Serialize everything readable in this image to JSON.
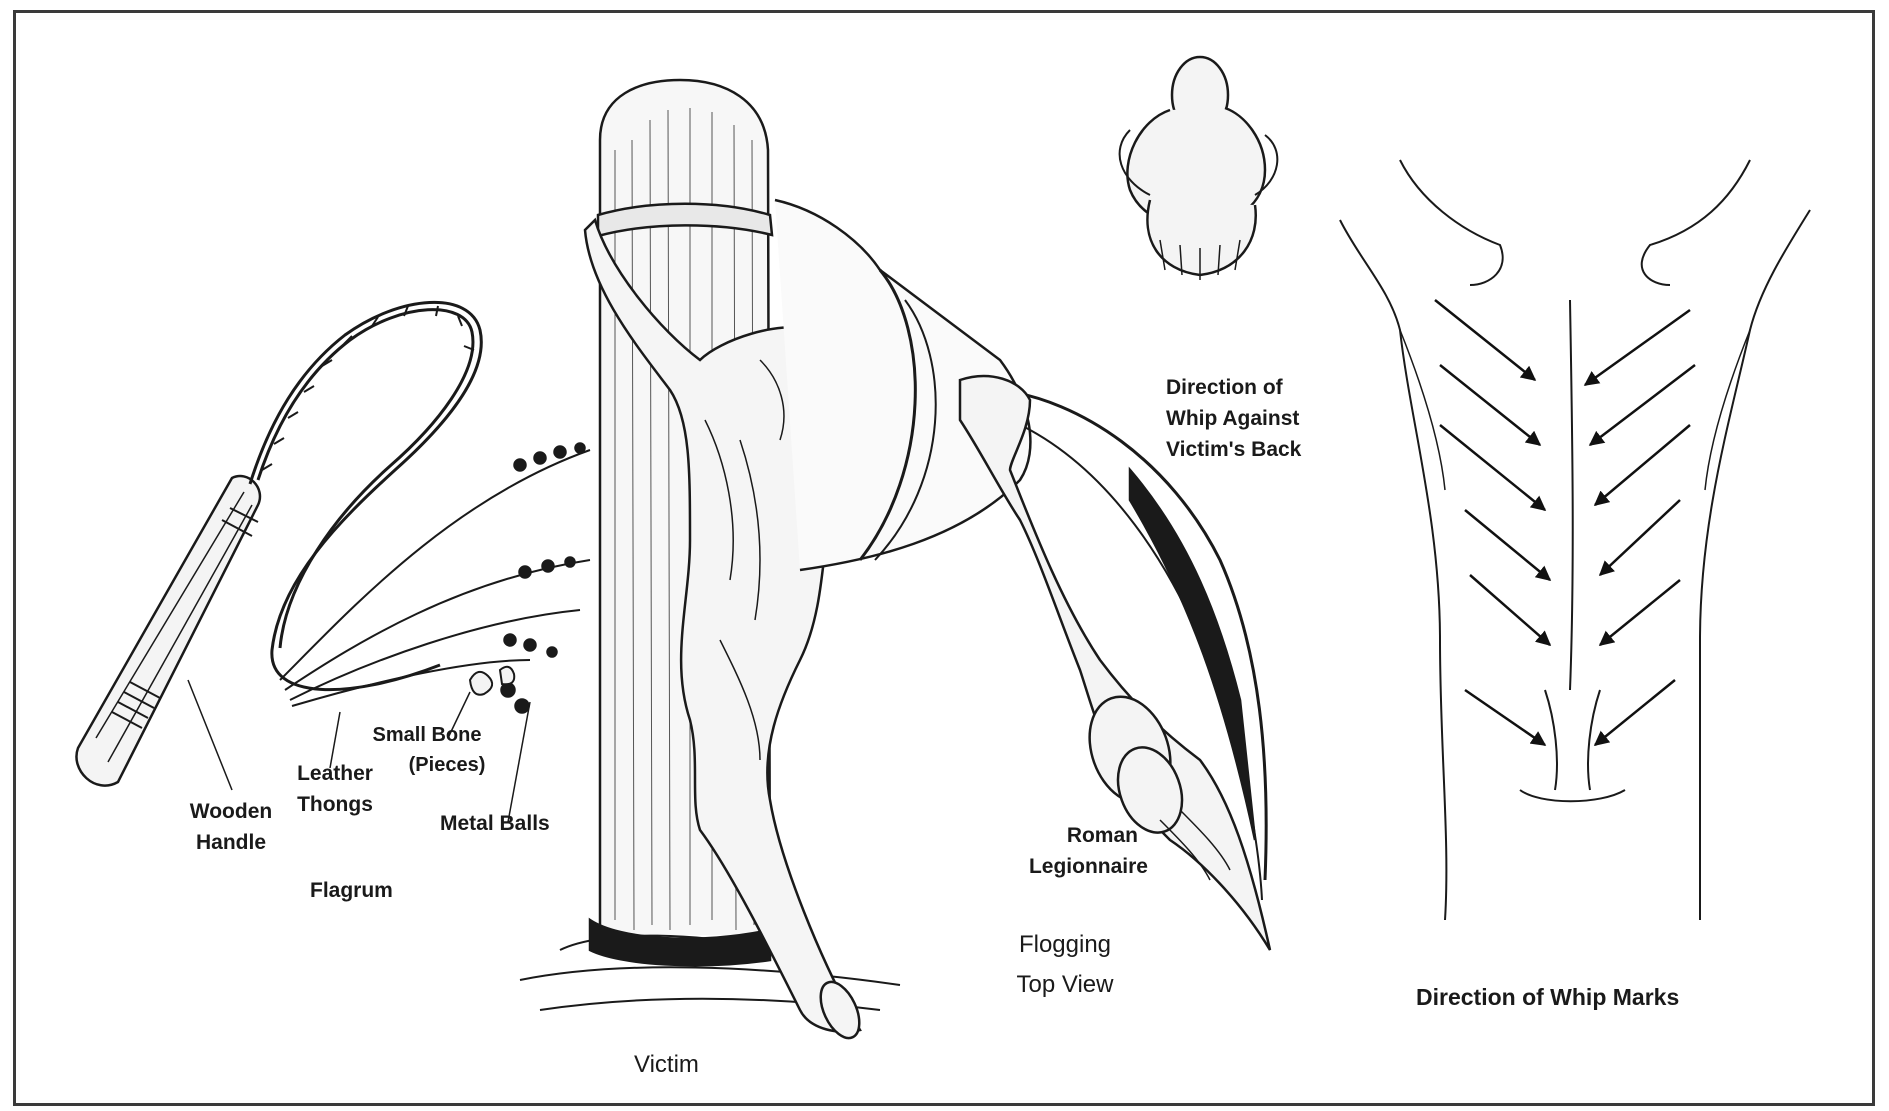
{
  "labels": {
    "wooden_handle": [
      "Wooden",
      "Handle"
    ],
    "leather_thongs": [
      "Leather",
      "Thongs"
    ],
    "small_bone": [
      "Small Bone",
      "(Pieces)"
    ],
    "metal_balls": "Metal Balls",
    "flagrum": "Flagrum",
    "victim": "Victim",
    "roman_legionnaire": [
      "Roman",
      "Legionnaire"
    ],
    "flogging_top_view": [
      "Flogging",
      "Top View"
    ],
    "direction_against_back": [
      "Direction of",
      "Whip Against",
      "Victim's Back"
    ],
    "direction_of_marks": "Direction of Whip Marks"
  },
  "colors": {
    "ink": "#1a1a1a",
    "paper": "#ffffff",
    "frame": "#3a3a3a"
  },
  "whip_mark_arrows": {
    "left_column": 6,
    "right_column": 6,
    "direction": "diagonal-downward-toward-spine"
  }
}
